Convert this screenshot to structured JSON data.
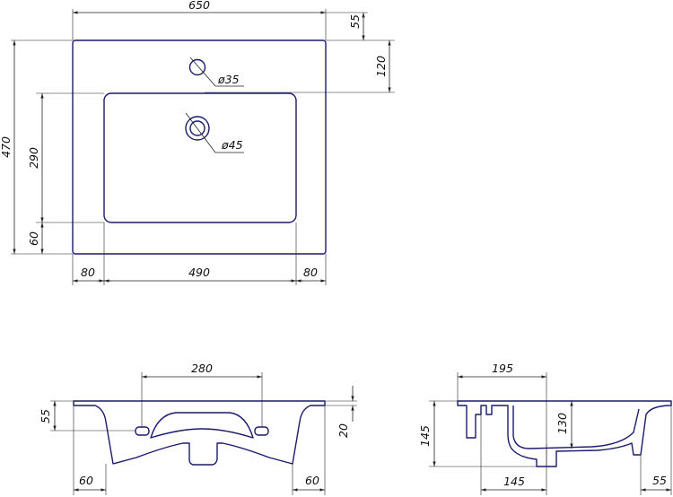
{
  "drawing": {
    "top_view": {
      "width_overall": "650",
      "rim_top": "55",
      "tap_hole_offset": "120",
      "depth_overall": "470",
      "bowl_depth": "290",
      "rim_front": "60",
      "rim_left": "80",
      "bowl_width": "490",
      "rim_right": "80",
      "tap_hole_diameter": "ø35",
      "drain_diameter": "ø45"
    },
    "front_view": {
      "mount_spacing": "280",
      "mount_height": "55",
      "slab_thickness": "20",
      "left_offset": "60",
      "right_offset": "60"
    },
    "side_view": {
      "drain_from_back": "195",
      "total_height": "145",
      "bowl_depth": "130",
      "drain_to_back": "145",
      "front_offset": "55"
    }
  }
}
